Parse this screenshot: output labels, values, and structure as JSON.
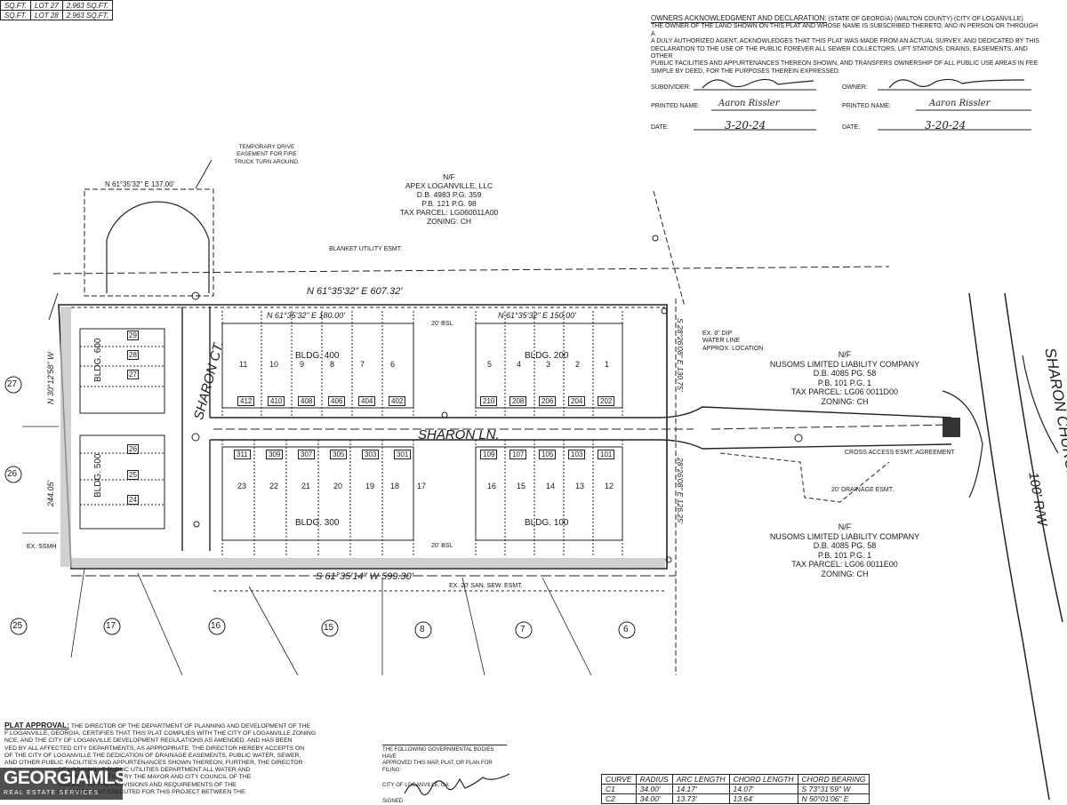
{
  "top_table": {
    "rows": [
      [
        "SQ.FT.",
        "LOT 27",
        "2,963 SQ.FT."
      ],
      [
        "SQ.FT.",
        "LOT 28",
        "2,963 SQ.FT."
      ]
    ]
  },
  "owners_block": {
    "heading": "OWNERS ACKNOWLEDGMENT AND DECLARATION:",
    "jurisdiction": "(STATE OF GEORGIA) (WALTON COUNTY) (CITY OF LOGANVILLE)",
    "lines": [
      "THE OWNER OF THE LAND SHOWN ON THIS PLAT AND WHOSE NAME IS SUBSCRIBED THERETO, AND IN PERSON OR THROUGH A",
      "A DULY AUTHORIZED AGENT, ACKNOWLEDGES THAT THIS PLAT WAS MADE FROM AN ACTUAL SURVEY, AND DEDICATED BY THIS",
      "DECLARATION TO THE USE OF THE PUBLIC FOREVER ALL SEWER COLLECTORS, LIFT STATIONS, DRAINS, EASEMENTS, AND OTHER",
      "PUBLIC FACILITIES AND APPURTENANCES THEREON SHOWN, AND TRANSFERS OWNERSHIP OF ALL PUBLIC USE AREAS IN FEE",
      "SIMPLE BY DEED, FOR THE PURPOSES THEREIN EXPRESSED."
    ],
    "subdivider_label": "SUBDIVIDER:",
    "owner_label": "OWNER:",
    "printed_name_label": "PRINTED NAME:",
    "printed_name_left": "Aaron Rissler",
    "printed_name_right": "Aaron Rissler",
    "date_label": "DATE:",
    "date_left": "3-20-24",
    "date_right": "3-20-24"
  },
  "labels": {
    "temp_drive": [
      "TEMPORARY DRIVE",
      "EASEMENT FOR FIRE",
      "TRUCK TURN AROUND."
    ],
    "apex": [
      "N/F",
      "APEX LOGANVILLE, LLC",
      "D.B. 4983  P.G. 359",
      "P.B. 121  P.G. 98",
      "TAX PARCEL: LG060011A00",
      "ZONING: CH"
    ],
    "blanket_utility": "BLANKET UTILITY ESMT.",
    "bearing_top": "N 61°35'32\" E   607.32'",
    "bearing_cul": "N 61°35'32\" E   137.00'",
    "bearing_180": "N 61°35'32\" E    180.00'",
    "bearing_150": "N 61°35'32\" E    150.00'",
    "bldg_400": "BLDG. 400",
    "bldg_200": "BLDG. 200",
    "bldg_300": "BLDG. 300",
    "bldg_100": "BLDG. 100",
    "bldg_500": "BLDG. 500",
    "bldg_600": "BLDG. 600",
    "sharon_ct": "SHARON CT.",
    "sharon_ln": "SHARON LN.",
    "sharon_church": "SHARON CHURCH RD.",
    "row": "100' R/W",
    "nusoms1": [
      "N/F",
      "NUSOMS LIMITED LIABILITY COMPANY",
      "D.B. 4085 PG. 58",
      "P.B. 101 P.G. 1",
      "TAX PARCEL: LG06 0011D00",
      "ZONING: CH"
    ],
    "nusoms2": [
      "N/F",
      "NUSOMS LIMITED LIABILITY COMPANY",
      "D.B. 4085 PG. 58",
      "P.B. 101 P.G. 1",
      "TAX PARCEL: LG06 0011E00",
      "ZONING: CH"
    ],
    "water_line": [
      "EX. 8\" DIP",
      "WATER LINE",
      "APPROX. LOCATION"
    ],
    "cross_access": "CROSS ACCESS ESMT. AGREEMENT",
    "drainage": "20' DRAINAGE ESMT.",
    "bottom_bearing": "S 61°35'14\" W    599.30'",
    "sewer_esmt": "EX. 20' SAN. SEW. ESMT.",
    "left_bearing": "N 30°12'58\" W",
    "left_dist": "244.05'",
    "ex_ssmh": "EX. SSMH",
    "bsl": "20' BSL",
    "right_dist": "S 28°26'08\" E   130.75'",
    "right_dist2": "28°26'08\" E   126.25'"
  },
  "upper_lots": [
    "11",
    "10",
    "9",
    "8",
    "7",
    "6",
    "5",
    "4",
    "3",
    "2",
    "1"
  ],
  "upper_units": [
    "412",
    "410",
    "408",
    "406",
    "404",
    "402",
    "210",
    "208",
    "206",
    "204",
    "202"
  ],
  "lower_lots": [
    "23",
    "22",
    "21",
    "20",
    "19",
    "18",
    "17",
    "16",
    "15",
    "14",
    "13",
    "12"
  ],
  "lower_units": [
    "311",
    "309",
    "307",
    "305",
    "303",
    "301",
    "109",
    "107",
    "105",
    "103",
    "101"
  ],
  "left_lots": [
    "29",
    "28",
    "27",
    "26",
    "25",
    "24"
  ],
  "neighbor_lots": [
    "27",
    "26",
    "25",
    "17",
    "16",
    "15",
    "8",
    "7",
    "6"
  ],
  "plat_approval": {
    "heading": "PLAT APPROVAL:",
    "lines": [
      "THE DIRECTOR OF THE DEPARTMENT OF PLANNING AND DEVELOPMENT OF THE",
      "F LOGANVILLE, GEORGIA, CERTIFIES THAT THIS PLAT COMPLIES WITH THE CITY OF LOGANVILLE ZONING",
      "NCE, AND THE CITY OF LOGANVILLE DEVELOPMENT REGULATIONS AS AMENDED, AND HAS BEEN",
      "VED BY ALL AFFECTED CITY DEPARTMENTS, AS APPROPRIATE. THE DIRECTOR HEREBY ACCEPTS ON",
      "OF THE CITY OF LOGANVILLE THE DEDICATION OF DRAINAGE EASEMENTS, PUBLIC WATER, SEWER,",
      "AND OTHER PUBLIC FACILITIES AND APPURTENANCES SHOWN THEREON; FURTHER, THE DIRECTOR",
      "OF LOGANVILLE PUBLIC UTILITIES DEPARTMENT ALL WATER AND",
      "TO THE RATIFICATION BY THE MAYOR AND CITY COUNCIL OF THE",
      "SUBJECT TO THE PROVISIONS AND REQUIREMENTS OF THE",
      "CE AGREEMENT EXECUTED FOR THIS PROJECT BETWEEN THE"
    ]
  },
  "gov_block": {
    "lines": [
      "THE FOLLOWING GOVERNMENTAL BODIES HAVE",
      "APPROVED THIS MAP, PLAT, OR PLAN FOR",
      "FILING:"
    ],
    "city": "CITY OF LOGANVILLE, GA",
    "signed": "SIGNED"
  },
  "curve_table": {
    "headers": [
      "CURVE",
      "RADIUS",
      "ARC LENGTH",
      "CHORD LENGTH",
      "CHORD BEARING"
    ],
    "rows": [
      [
        "C1",
        "34.00'",
        "14.17'",
        "14.07'",
        "S 73°31'59\" W"
      ],
      [
        "C2",
        "34.00'",
        "13.73'",
        "13.64'",
        "N 50°01'06\" E"
      ]
    ]
  },
  "watermark": {
    "brand": "GEORGIAMLS",
    "sub": "REAL ESTATE SERVICES"
  }
}
